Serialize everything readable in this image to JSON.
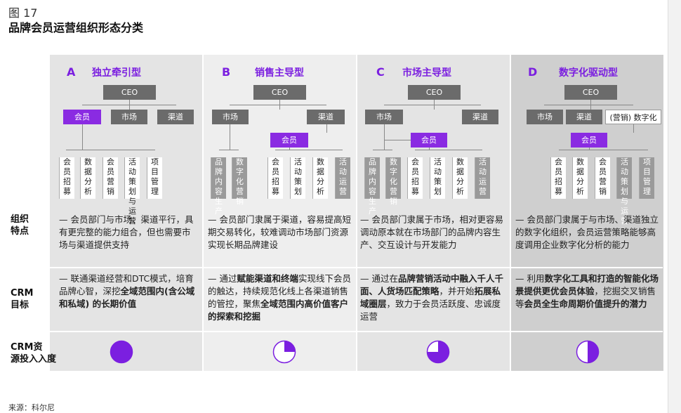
{
  "figure": {
    "number": "图 17",
    "title": "品牌会员运营组织形态分类",
    "source": "来源：科尔尼"
  },
  "row_labels": {
    "org": [
      "组织",
      "特点"
    ],
    "crm": [
      "CRM",
      "目标"
    ],
    "invest": [
      "CRM资",
      "源投入入度"
    ]
  },
  "columns": [
    {
      "letter": "A",
      "name": "独立牵引型",
      "ceo": "CEO",
      "level2": [
        "会员",
        "市场",
        "渠道"
      ],
      "leaves": [
        "会员招募",
        "数据分析",
        "会员营销",
        "活动策划与运营",
        "项目管理"
      ],
      "org_text": "— 会员部门与市场、渠道平行，具有更完整的能力组合，但也需要市场与渠道提供支持",
      "crm_prefix": "— 联通渠道经营和DTC模式，培育品牌心智，深挖",
      "crm_bold": "全域范围内(含公域和私域) 的长期价值",
      "invest_level": 1.0
    },
    {
      "letter": "B",
      "name": "销售主导型",
      "ceo": "CEO",
      "level2": [
        "市场",
        "渠道"
      ],
      "level3": "会员",
      "leaves_side": [
        "品牌内容生产",
        "数字化营销"
      ],
      "leaves": [
        "会员招募",
        "活动策划",
        "数据分析",
        "活动运营"
      ],
      "org_text": "— 会员部门隶属于渠道，容易提高短期交易转化，较难调动市场部门资源实现长期品牌建设",
      "crm_prefix": "— 通过",
      "crm_bold": "赋能渠道和终端",
      "crm_mid": "实现线下会员的触达，持续规范化线上各渠道销售的管控，聚焦",
      "crm_bold2": "全域范围内高价值客户的探索和挖掘",
      "invest_level": 0.25
    },
    {
      "letter": "C",
      "name": "市场主导型",
      "ceo": "CEO",
      "level2": [
        "市场",
        "渠道"
      ],
      "level3": "会员",
      "leaves_side": [
        "品牌内容生产",
        "数字化营销"
      ],
      "leaves": [
        "会员招募",
        "活动策划",
        "数据分析",
        "活动运营"
      ],
      "org_text": "— 会员部门隶属于市场，相对更容易调动原本就在市场部门的品牌内容生产、交互设计与开发能力",
      "crm_prefix": "— 通过在",
      "crm_bold": "品牌营销活动中融入千人千面、人货场匹配策略",
      "crm_mid": "，并开始",
      "crm_bold2": "拓展私域圈层",
      "crm_suffix": "，致力于会员活跃度、忠诚度运营",
      "invest_level": 0.75
    },
    {
      "letter": "D",
      "name": "数字化驱动型",
      "ceo": "CEO",
      "level2": [
        "市场",
        "渠道",
        "(营销) 数字化"
      ],
      "level3": "会员",
      "leaves": [
        "会员招募",
        "数据分析",
        "会员营销",
        "活动策划与运营",
        "项目管理"
      ],
      "org_text": "— 会员部门隶属于与市场、渠道独立的数字化组织，会员运营策略能够高度调用企业数字化分析的能力",
      "crm_prefix": "— 利用",
      "crm_bold": "数字化工具和打造的智能化场景提供更优会员体验",
      "crm_mid": "，挖掘交叉销售等",
      "crm_bold2": "会员全生命周期价值提升的潜力",
      "invest_level": 0.5
    }
  ],
  "colors": {
    "accent": "#7b1fe0",
    "purple_box": "#8a2be2",
    "grey_box": "#6b6b6b",
    "col_bg_light": "#e4e4e4",
    "col_bg_dark": "#cfcfcf"
  }
}
